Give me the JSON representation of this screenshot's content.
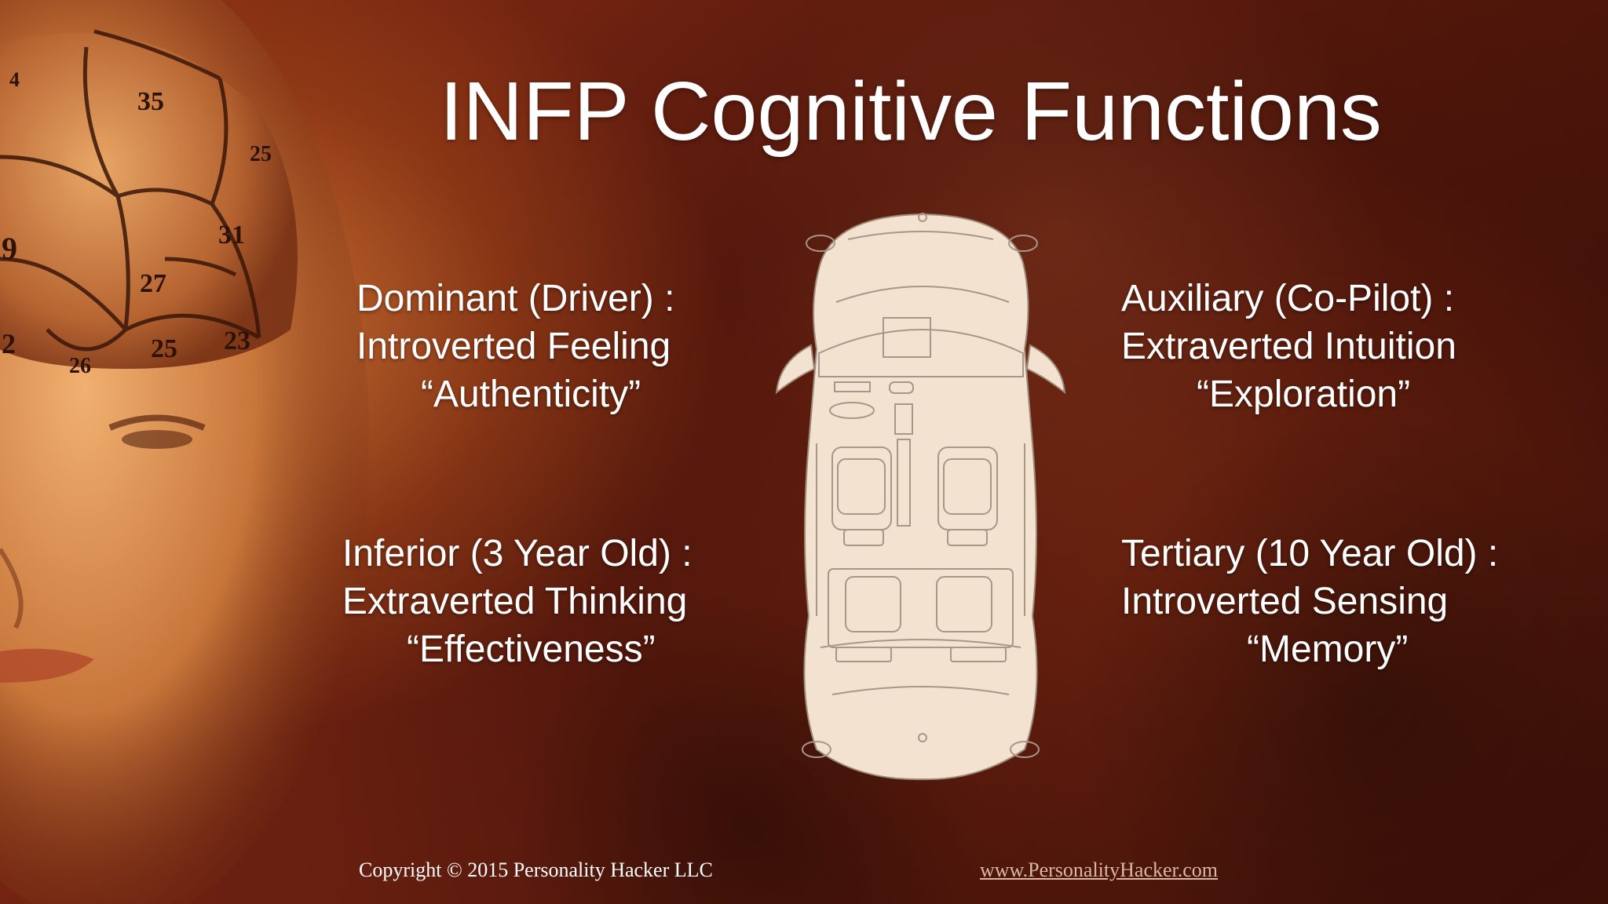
{
  "slide": {
    "title": "INFP Cognitive Functions"
  },
  "functions": {
    "dominant": {
      "role": "Dominant (Driver) :",
      "function": "Introverted Feeling",
      "keyword": "“Authenticity”"
    },
    "auxiliary": {
      "role": "Auxiliary (Co-Pilot) :",
      "function": "Extraverted Intuition",
      "keyword": "“Exploration”"
    },
    "inferior": {
      "role": "Inferior (3 Year Old) :",
      "function": "Extraverted Thinking",
      "keyword": "“Effectiveness”"
    },
    "tertiary": {
      "role": "Tertiary (10 Year Old) :",
      "function": "Introverted Sensing",
      "keyword": "“Memory”"
    }
  },
  "head_numbers": [
    "35",
    "25",
    "31",
    "27",
    "25",
    "23",
    "26",
    "9",
    "2",
    "4"
  ],
  "footer": {
    "copyright": "Copyright © 2015 Personality Hacker LLC",
    "website": "www.PersonalityHacker.com"
  },
  "colors": {
    "background_dark": "#5a1a0c",
    "background_glow": "#de843e",
    "car_body": "#f2e2cf",
    "text": "#ffffff"
  },
  "icons": {
    "head_image": "phrenology-head",
    "car_image": "car-top-view"
  }
}
